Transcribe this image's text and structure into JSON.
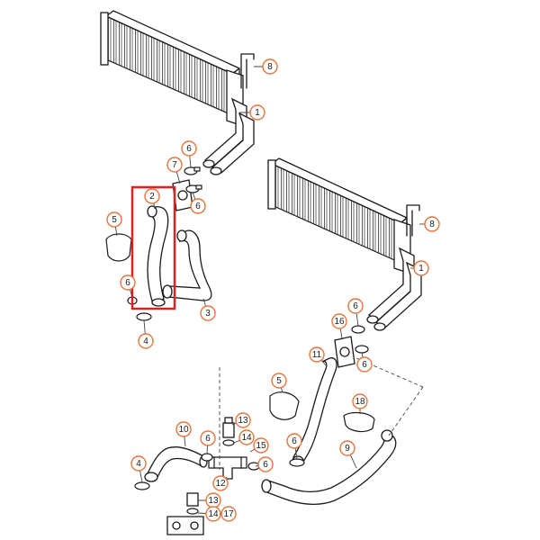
{
  "diagram": {
    "highlight_color": "#e02020",
    "callout_color": "#e8743b",
    "callouts": [
      {
        "id": "c1a",
        "label": "1"
      },
      {
        "id": "c8a",
        "label": "8"
      },
      {
        "id": "c6a",
        "label": "6"
      },
      {
        "id": "c7",
        "label": "7"
      },
      {
        "id": "c6b",
        "label": "6"
      },
      {
        "id": "c2",
        "label": "2"
      },
      {
        "id": "c5a",
        "label": "5"
      },
      {
        "id": "c6c",
        "label": "6"
      },
      {
        "id": "c3",
        "label": "3"
      },
      {
        "id": "c4a",
        "label": "4"
      },
      {
        "id": "c8b",
        "label": "8"
      },
      {
        "id": "c1b",
        "label": "1"
      },
      {
        "id": "c6d",
        "label": "6"
      },
      {
        "id": "c16",
        "label": "16"
      },
      {
        "id": "c11",
        "label": "11"
      },
      {
        "id": "c6e",
        "label": "6"
      },
      {
        "id": "c5b",
        "label": "5"
      },
      {
        "id": "c18",
        "label": "18"
      },
      {
        "id": "c10",
        "label": "10"
      },
      {
        "id": "c13a",
        "label": "13"
      },
      {
        "id": "c14a",
        "label": "14"
      },
      {
        "id": "c6f",
        "label": "6"
      },
      {
        "id": "c15",
        "label": "15"
      },
      {
        "id": "c6g",
        "label": "6"
      },
      {
        "id": "c9",
        "label": "9"
      },
      {
        "id": "c4b",
        "label": "4"
      },
      {
        "id": "c6h",
        "label": "6"
      },
      {
        "id": "c12",
        "label": "12"
      },
      {
        "id": "c13b",
        "label": "13"
      },
      {
        "id": "c14b",
        "label": "14"
      },
      {
        "id": "c17",
        "label": "17"
      }
    ]
  }
}
